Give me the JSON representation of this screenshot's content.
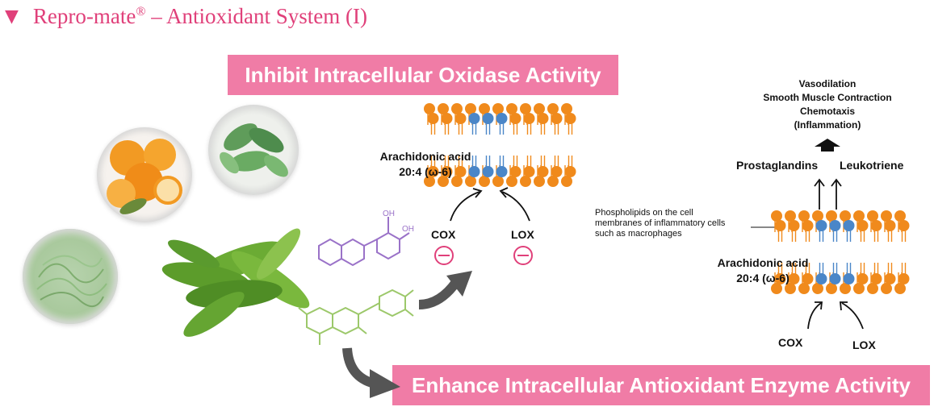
{
  "title": {
    "marker": "▼",
    "brand": "Repro-mate",
    "registered": "®",
    "rest": " – Antioxidant System (I)"
  },
  "banners": {
    "top": "Inhibit Intracellular Oxidase Activity",
    "bottom": "Enhance Intracellular Antioxidant Enzyme Activity"
  },
  "left_diagram": {
    "fatty_acid": "Arachidonic acid",
    "fatty_acid_formula": "20:4 (ω-6)",
    "enzyme_1": "COX",
    "enzyme_2": "LOX",
    "hydroxyl_1": "OH",
    "hydroxyl_2": "OH"
  },
  "right_diagram": {
    "effects": [
      "Vasodilation",
      "Smooth Muscle Contraction",
      "Chemotaxis",
      "(Inflammation)"
    ],
    "product_1": "Prostaglandins",
    "product_2": "Leukotriene",
    "membrane_note": [
      "Phospholipids on the cell",
      "membranes of inflammatory cells",
      "such as macrophages"
    ],
    "fatty_acid": "Arachidonic acid",
    "fatty_acid_formula": "20:4 (ω-6)",
    "enzyme_1": "COX",
    "enzyme_2": "LOX"
  },
  "colors": {
    "title": "#e0407a",
    "banner": "#f07ca6",
    "lipid_head": "#f08a1c",
    "arachidonic_head": "#4a86c8",
    "catechin_purple": "#9a72c8",
    "catechin_green": "#9cc86a"
  },
  "icons": [
    "orange-bubble-image",
    "tea-leaf-bubble-image",
    "green-fiber-bubble-image",
    "tea-leaves-image",
    "curved-arrow-icon",
    "up-arrow-icon",
    "inhibition-icon"
  ]
}
